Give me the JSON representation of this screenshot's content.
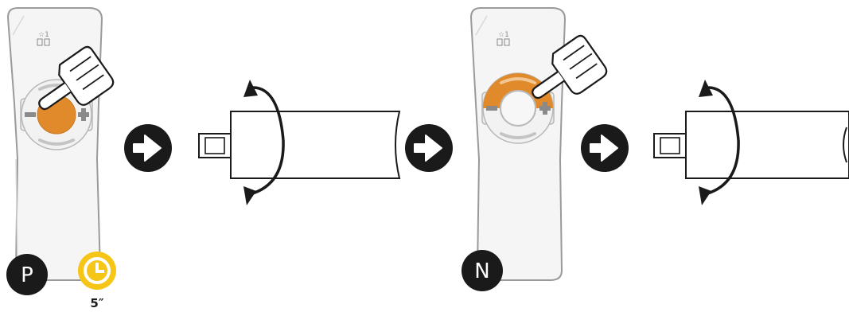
{
  "colors": {
    "accent": "#E08A2B",
    "timer": "#F5C518",
    "outline": "#9A9A9A",
    "dark": "#1A1A1A"
  },
  "step1": {
    "badge": "P",
    "timer_label": "5″",
    "pressed_zone": "center"
  },
  "step2": {
    "badge": "N",
    "pressed_zone": "top"
  },
  "icons": [
    "remote-icon",
    "hand-pointer-icon",
    "arrow-right-icon",
    "motor-tube-icon",
    "rotate-arrow-icon",
    "clock-icon"
  ]
}
